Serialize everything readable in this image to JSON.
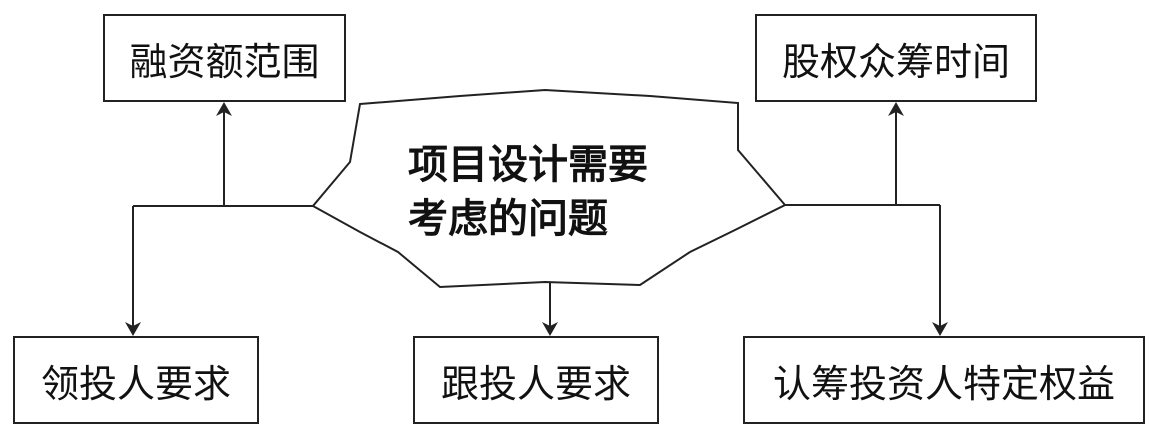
{
  "center": {
    "line1": "项目设计需要",
    "line2": "考虑的问题"
  },
  "boxes": {
    "financing_range": "融资额范围",
    "crowdfunding_time": "股权众筹时间",
    "lead_investor": "领投人要求",
    "follow_investor": "跟投人要求",
    "subscriber_rights": "认筹投资人特定权益"
  },
  "colors": {
    "stroke": "#222222",
    "text": "#111111",
    "background": "#ffffff"
  }
}
